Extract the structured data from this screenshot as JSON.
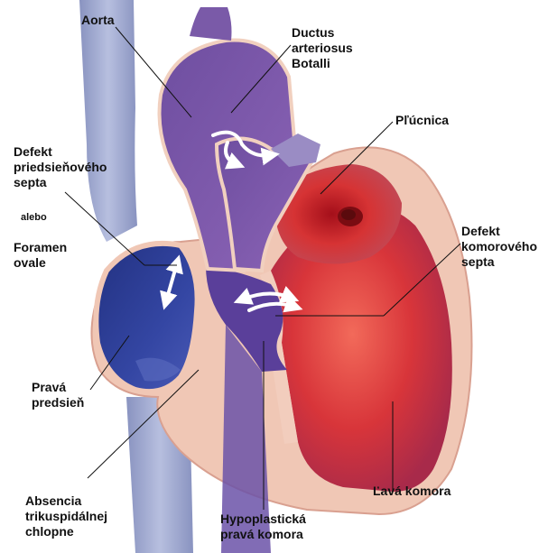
{
  "labels": {
    "aorta": "Aorta",
    "ductus_line1": "Ductus",
    "ductus_line2": "arteriosus",
    "ductus_line3": "Botalli",
    "plucnica": "Pľúcnica",
    "asd_line1": "Defekt",
    "asd_line2": "priedsieňového",
    "asd_line3": "septa",
    "alebo": "alebo",
    "foramen_line1": "Foramen",
    "foramen_line2": "ovale",
    "vsd_line1": "Defekt",
    "vsd_line2": "komorového",
    "vsd_line3": "septa",
    "prava_predsien_line1": "Pravá",
    "prava_predsien_line2": "predsieň",
    "absencia_line1": "Absencia",
    "absencia_line2": "trikuspidálnej",
    "absencia_line3": "chlopne",
    "lava_komora": "Ľavá komora",
    "hypo_line1": "Hypoplastická",
    "hypo_line2": "pravá komora"
  },
  "colors": {
    "vena_cava": "#9aa6cc",
    "right_atrium": "#2f3f97",
    "aorta": "#7a55a8",
    "pulmonary": "#8b63b4",
    "left_ventricle": "#d53a3a",
    "myocardium": "#f0c7b5",
    "label_text": "#111111",
    "leader_line": "#111111"
  }
}
